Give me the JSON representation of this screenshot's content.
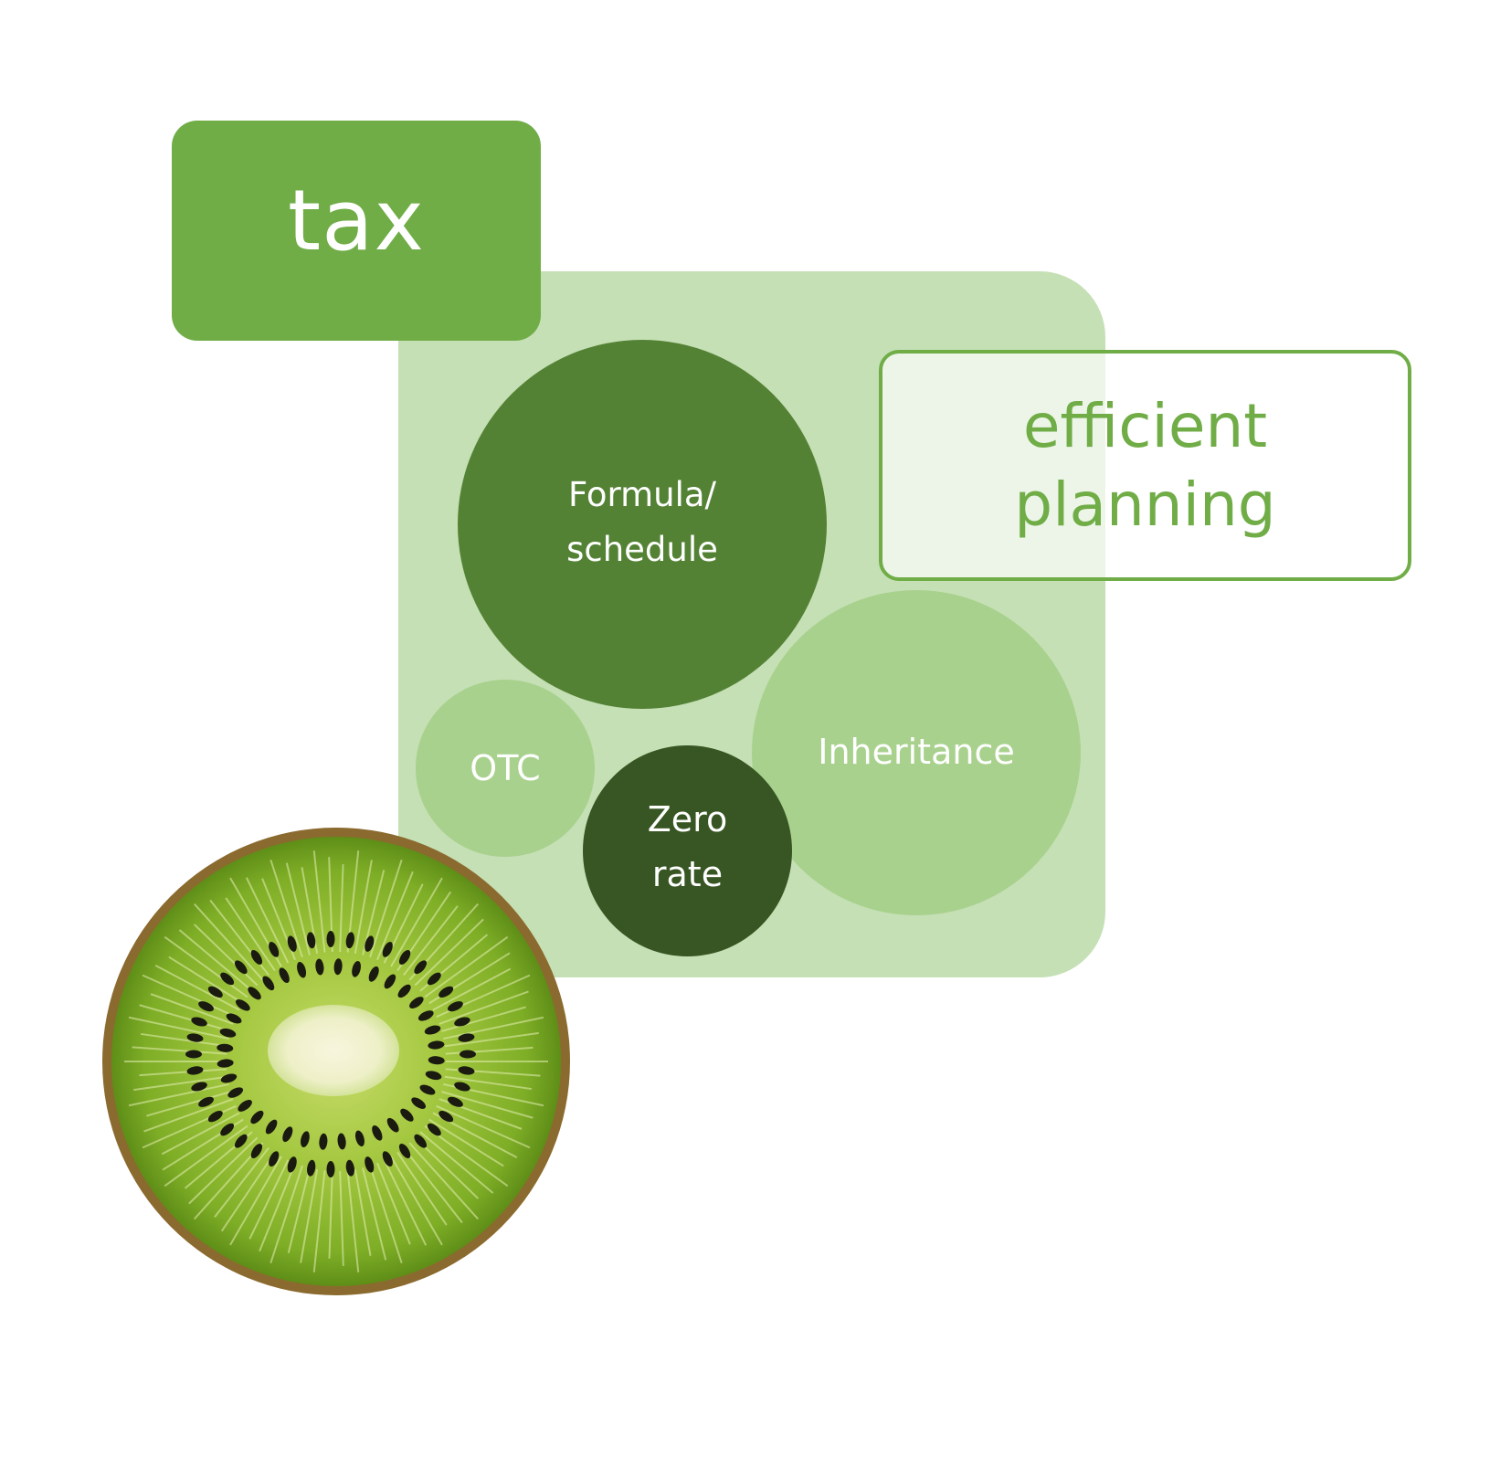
{
  "labels": {
    "tax": "tax",
    "efficient": "efficient\nplanning",
    "formula": "Formula/\nschedule",
    "inheritance": "Inheritance",
    "otc": "OTC",
    "zero": "Zero\nrate"
  },
  "images": {
    "fruit": "kiwi-slice"
  },
  "colors": {
    "tax_box": "#70ad47",
    "panel": "#c5e0b5",
    "efficient_border": "#70ad47",
    "formula_circle": "#548235",
    "light_circles": "#a9d18e",
    "zero_rate_circle": "#375623"
  }
}
